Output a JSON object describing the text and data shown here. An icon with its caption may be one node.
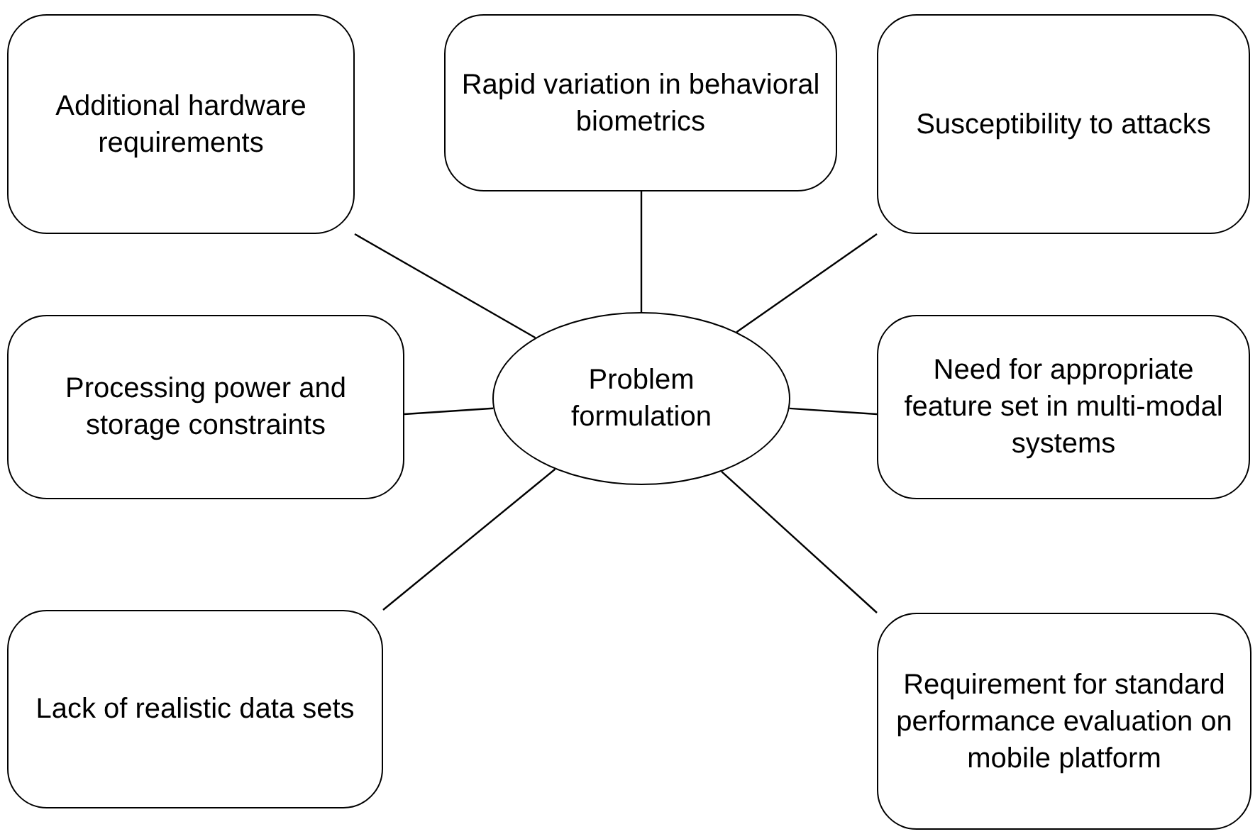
{
  "diagram": {
    "nodes": [
      {
        "text": [
          "Problem formulation"
        ]
      },
      {
        "text": [
          "Additional hardware requirements"
        ]
      },
      {
        "text": [
          "Rapid variation in behavioral biometrics"
        ]
      },
      {
        "text": [
          "Susceptibility to attacks"
        ]
      },
      {
        "text": [
          "Processing power and storage constraints"
        ]
      },
      {
        "text": [
          "Need for appropriate feature set in multi-modal systems"
        ]
      },
      {
        "text": [
          "Lack of realistic data sets"
        ]
      },
      {
        "text": [
          "Requirement for standard performance evaluation on mobile platform"
        ]
      }
    ],
    "edges": [
      {
        "from": 0,
        "to": 1,
        "arrow": "none"
      },
      {
        "from": 0,
        "to": 2,
        "arrow": "none"
      },
      {
        "from": 0,
        "to": 3,
        "arrow": "none"
      },
      {
        "from": 0,
        "to": 4,
        "arrow": "none"
      },
      {
        "from": 0,
        "to": 5,
        "arrow": "none"
      },
      {
        "from": 0,
        "to": 6,
        "arrow": "none"
      },
      {
        "from": 0,
        "to": 7,
        "arrow": "none"
      }
    ]
  }
}
